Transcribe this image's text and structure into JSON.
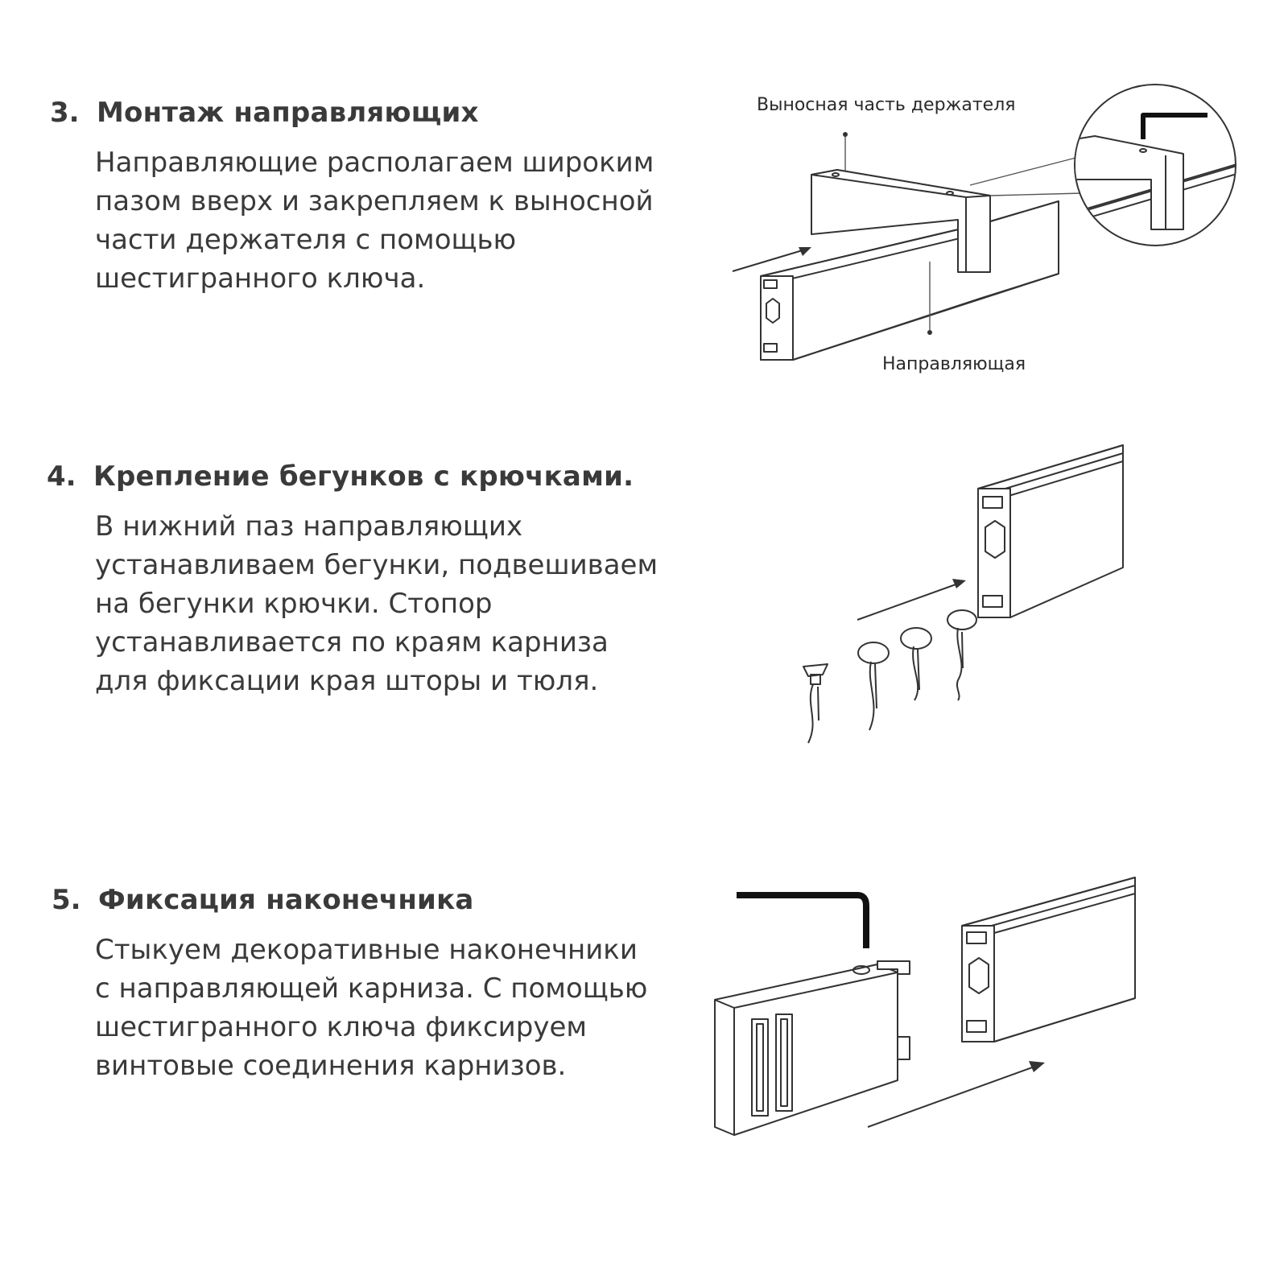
{
  "steps": [
    {
      "number": "3.",
      "title": "Монтаж направляющих",
      "lines": [
        "Направляющие располагаем широким",
        "пазом вверх и закрепляем к выносной",
        "части держателя с помощью",
        "шестигранного ключа."
      ],
      "figure": {
        "label_top": "Выносная часть держателя",
        "label_bottom": "Направляющая"
      }
    },
    {
      "number": "4.",
      "title": "Крепление бегунков с крючками.",
      "lines": [
        "В нижний паз направляющих",
        "устанавливаем бегунки, подвешиваем",
        "на бегунки крючки. Стопор",
        "устанавливается по краям карниза",
        "для фиксации края шторы и тюля."
      ]
    },
    {
      "number": "5.",
      "title": "Фиксация наконечника",
      "lines": [
        "Стыкуем декоративные наконечники",
        "с направляющей карниза. С помощью",
        "шестигранного ключа фиксируем",
        "винтовые соединения карнизов."
      ]
    }
  ]
}
